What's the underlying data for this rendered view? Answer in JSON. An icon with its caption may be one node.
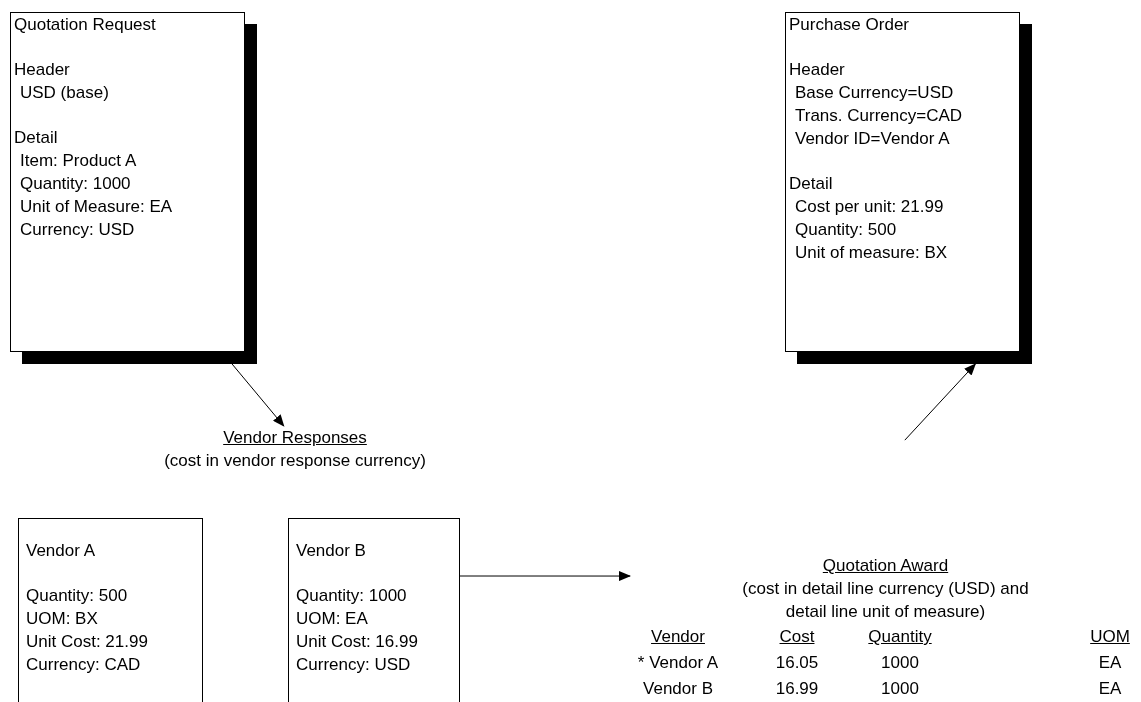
{
  "diagram": {
    "nodes": [
      {
        "text": [
          "Quotation Request",
          "Header",
          "USD (base)",
          "Detail",
          "Item: Product A",
          "Quantity: 1000",
          "Unit of Measure: EA",
          "Currency: USD"
        ]
      },
      {
        "text": [
          "Purchase Order",
          "Header",
          "Base Currency=USD",
          "Trans. Currency=CAD",
          "Vendor ID=Vendor A",
          "Detail",
          "Cost per unit: 21.99",
          "Quantity: 500",
          "Unit of measure: BX"
        ]
      },
      {
        "text": [
          "Vendor Responses",
          "(cost in vendor response currency)"
        ]
      },
      {
        "text": [
          "Vendor A",
          "Quantity: 500",
          "UOM: BX",
          "Unit Cost: 21.99",
          "Currency: CAD"
        ]
      },
      {
        "text": [
          "Vendor B",
          "Quantity: 1000",
          "UOM: EA",
          "Unit Cost: 16.99",
          "Currency: USD"
        ]
      },
      {
        "text": [
          "Quotation Award",
          "(cost in detail line currency (USD) and detail line unit of measure)"
        ]
      }
    ],
    "edges": [
      {
        "from": 0,
        "to": 2,
        "arrow": "to"
      },
      {
        "from": 4,
        "to": 5,
        "arrow": "to"
      },
      {
        "from": null,
        "to": 1,
        "arrow": "to"
      }
    ],
    "labels": [
      "Vendor",
      "Cost",
      "Quantity",
      "UOM",
      "* Vendor A",
      "16.05",
      "1000",
      "EA",
      "Vendor B",
      "16.99",
      "1000",
      "EA"
    ]
  }
}
